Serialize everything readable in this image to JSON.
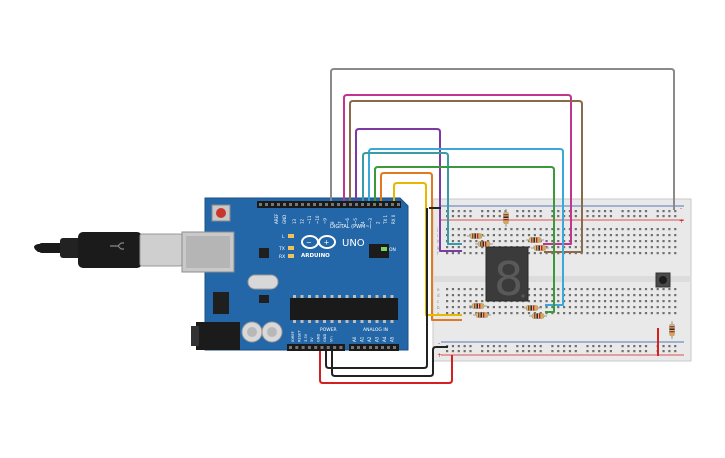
{
  "board": {
    "brand": "ARDUINO",
    "model": "UNO",
    "reset_label": "RESET",
    "aref_label": "AREF",
    "gnd_label": "GND",
    "digital_label": "DIGITAL (PWM~)",
    "digital_pins": [
      "13",
      "12",
      "~11",
      "~10",
      "~9",
      "8",
      "7",
      "~6",
      "~5",
      "4",
      "~3",
      "2",
      "TX 1",
      "RX 0"
    ],
    "led_labels": [
      "L",
      "TX",
      "RX"
    ],
    "on_label": "ON",
    "power_label": "POWER",
    "power_pins": [
      "IOREF",
      "RESET",
      "3.3V",
      "5V",
      "GND",
      "GND",
      "Vin"
    ],
    "analog_label": "ANALOG IN",
    "analog_pins": [
      "A0",
      "A1",
      "A2",
      "A3",
      "A4",
      "A5"
    ]
  },
  "display": {
    "digit": "8"
  },
  "breadboard": {
    "rail_plus": "+",
    "rail_minus": "-",
    "row_letters_top": [
      "a",
      "b",
      "c",
      "d",
      "e"
    ],
    "row_letters_bottom": [
      "f",
      "g",
      "h",
      "i",
      "j"
    ]
  },
  "colors": {
    "board": "#2467a8",
    "wire_gray": "#8a8a8a",
    "wire_pink": "#c2358f",
    "wire_brown": "#8a6a4a",
    "wire_purple": "#7d3aa3",
    "wire_cyan": "#3aa8d8",
    "wire_green": "#3a9a3a",
    "wire_orange": "#e07a20",
    "wire_yellow": "#e8b800",
    "wire_red": "#d42020",
    "wire_black": "#222222"
  }
}
